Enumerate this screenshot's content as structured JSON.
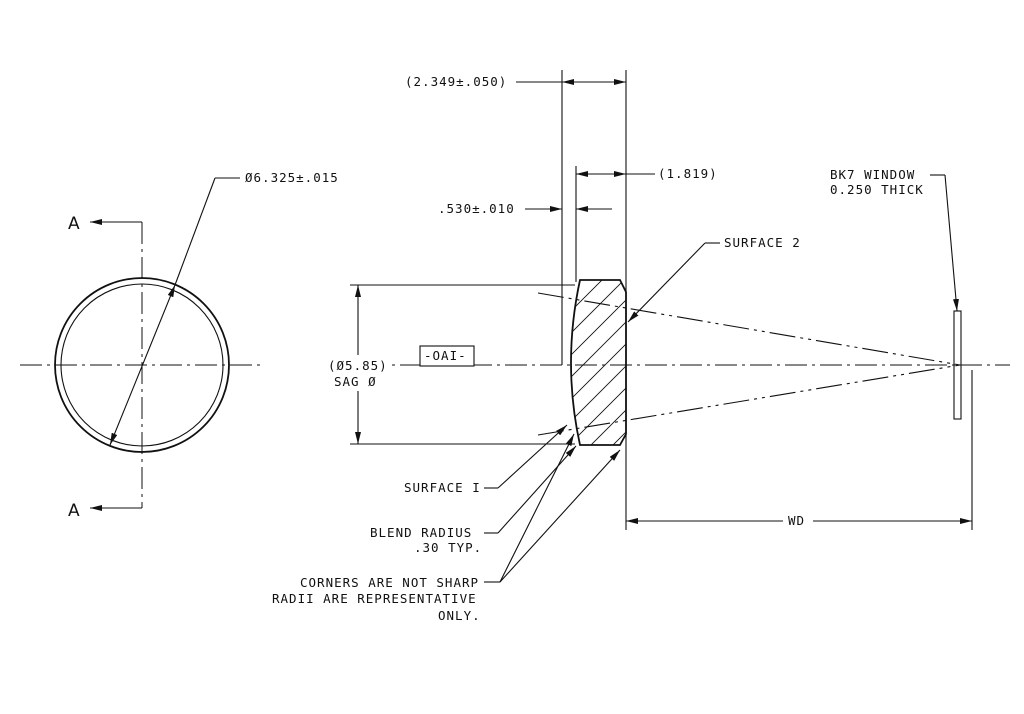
{
  "section_marks": {
    "top": "A",
    "bottom": "A"
  },
  "dimensions": {
    "diameter": "Ø6.325±.015",
    "overall_length": "(2.349±.050)",
    "center_thickness": "(1.819)",
    "edge_thickness": ".530±.010",
    "sag_diameter_line1": "(Ø5.85)",
    "sag_diameter_line2": "SAG Ø",
    "working_distance": "WD"
  },
  "callouts": {
    "datum": "-OAI-",
    "surface2": "SURFACE 2",
    "surface1": "SURFACE I",
    "blend_line1": "BLEND RADIUS",
    "blend_line2": ".30 TYP.",
    "corners_line1": "CORNERS ARE NOT SHARP",
    "corners_line2": "RADII ARE REPRESENTATIVE",
    "corners_line3": "ONLY.",
    "window_line1": "BK7 WINDOW",
    "window_line2": "0.250 THICK"
  }
}
